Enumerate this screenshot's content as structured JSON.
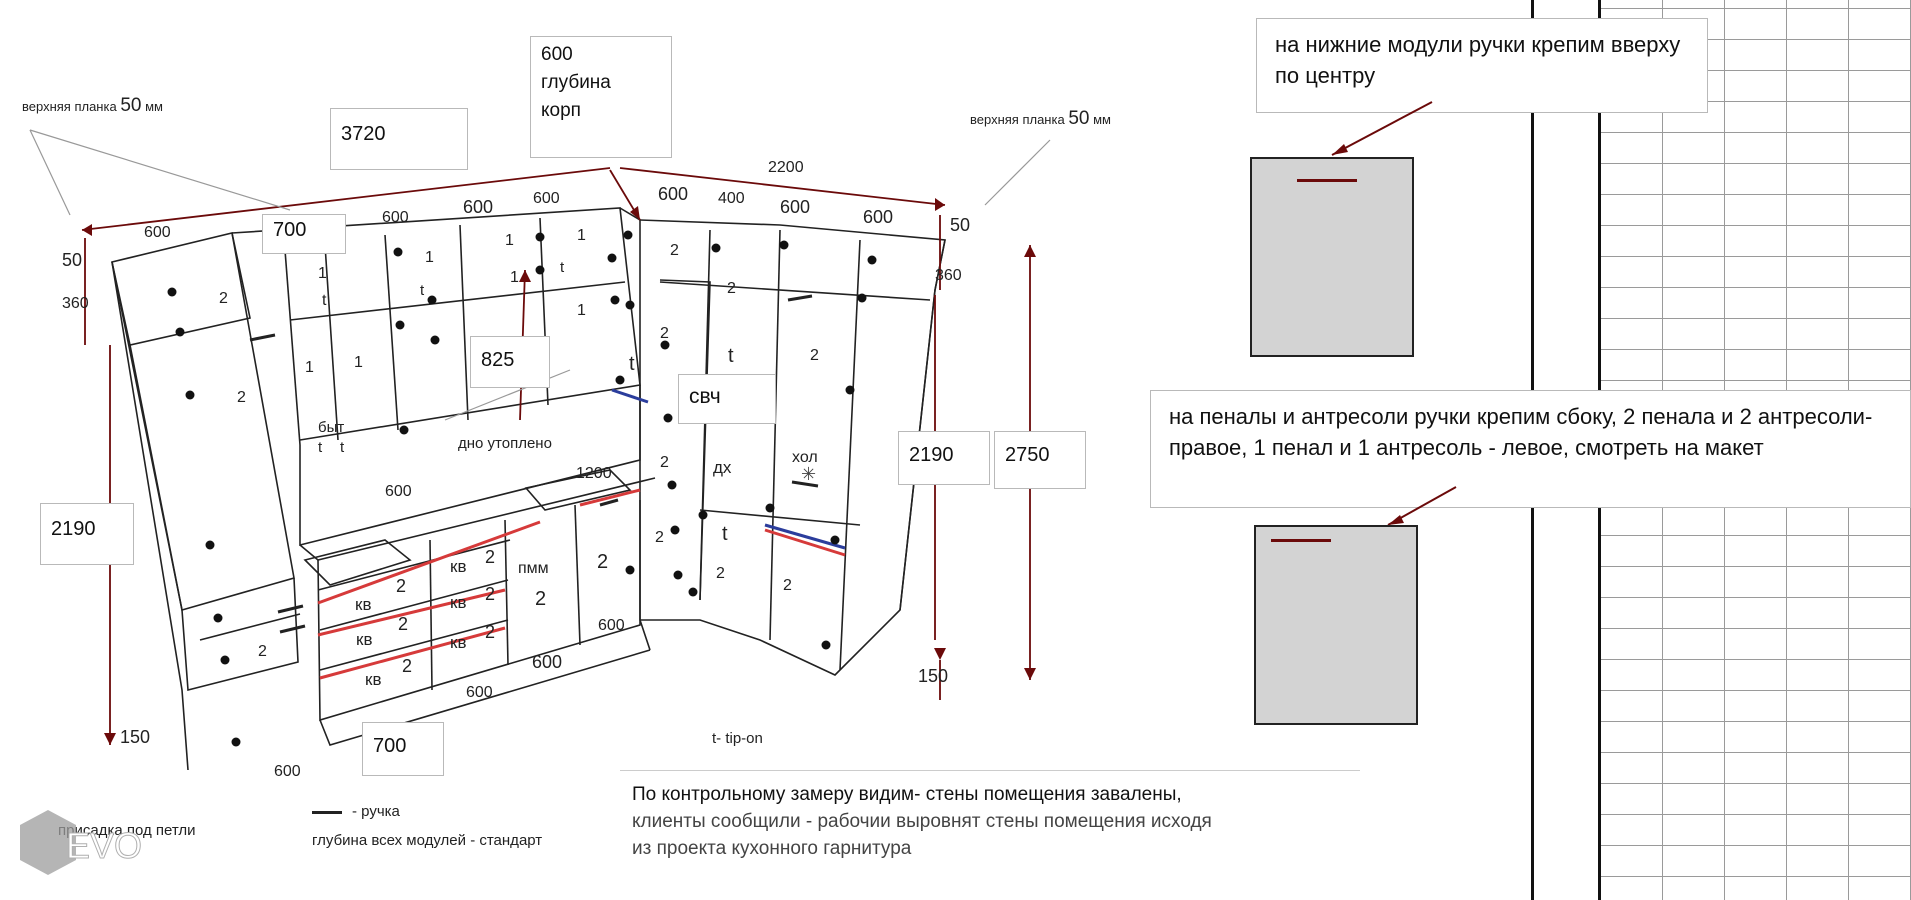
{
  "dimensions": {
    "width_3720": "3720",
    "depth_box": {
      "value": "600",
      "line2": "глубина",
      "line3": "корп"
    },
    "width_2200": "2200",
    "height_825": "825",
    "height_2190_left": "2190",
    "height_2190_right": "2190",
    "height_2750": "2750",
    "cabinet_700_top": "700",
    "cabinet_700_bottom": "700",
    "top_strip_left": {
      "label": "верхняя планка",
      "value": "50",
      "unit": "мм"
    },
    "top_strip_right": {
      "label": "верхняя планка",
      "value": "50",
      "unit": "мм"
    },
    "left_50": "50",
    "left_360": "360",
    "left_150": "150",
    "right_50": "50",
    "right_360": "360",
    "right_150": "150",
    "top_widths": [
      "600",
      "600",
      "600",
      "600",
      "600",
      "400",
      "600",
      "600"
    ],
    "mid_600": "600",
    "sink_1200": "1200",
    "bottom_600_a": "600",
    "bottom_600_b": "600",
    "bottom_600_c": "600",
    "bottom_600_d": "600"
  },
  "module_labels": {
    "svch": "свч",
    "dkh": "дх",
    "khol": "хол",
    "pmm": "пмм",
    "byt": "быт",
    "dno": "дно утоплено",
    "kv": "кв",
    "t": "t",
    "one": "1",
    "two": "2"
  },
  "legend": {
    "tip_on": "t- tip-on",
    "handle": "- ручка",
    "hinges": "присадка под петли",
    "depth": "глубина всех модулей - стандарт"
  },
  "notes": {
    "lower_modules": "на нижние модули ручки крепим вверху по центру",
    "pencils": "на пеналы и антресоли ручки крепим  сбоку, 2 пенала и 2 антресоли- правое, 1 пенал и 1 антресоль - левое, смотреть на макет"
  },
  "bottom_note": {
    "line1": "По контрольному замеру видим- стены помещения завалены,",
    "line2": "клиенты сообщили - рабочии выровнят стены помещения  исходя",
    "line3": " из проекта кухонного гарнитура"
  },
  "logo_text": "EVO",
  "colors": {
    "accent_red": "#d63a3a",
    "accent_blue": "#2b3d9c",
    "handle": "#6b0a0a"
  }
}
